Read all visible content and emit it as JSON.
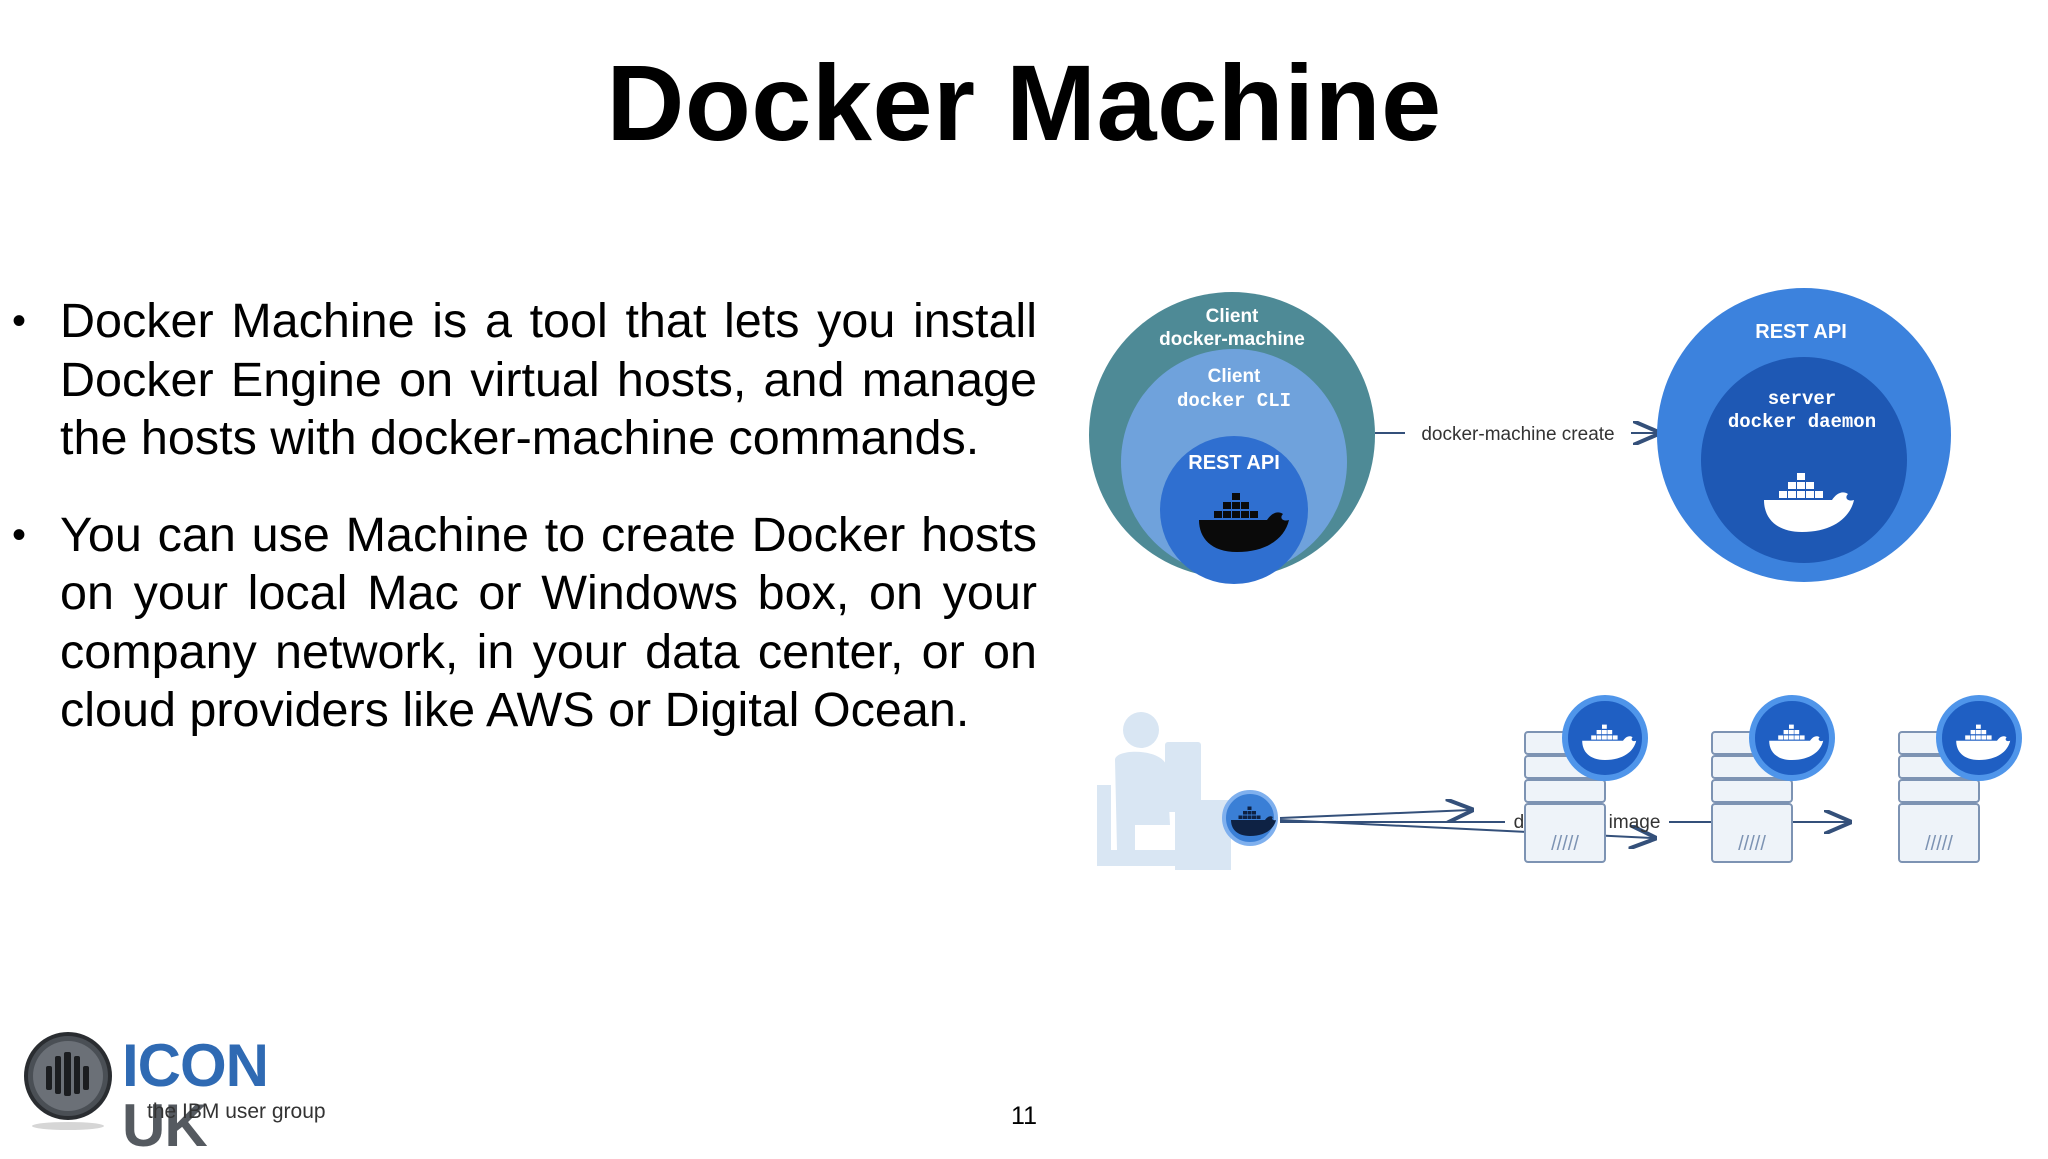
{
  "slide": {
    "title": "Docker Machine",
    "bullets": [
      "Docker Machine is a tool that lets you install Docker Engine on virtual hosts, and manage the hosts with docker-machine commands.",
      "You can use Machine to create Docker hosts on your local Mac or Windows box, on your company network, in your data center, or on cloud providers like AWS or Digital Ocean."
    ],
    "bullet_symbol": "•",
    "page_number": "11"
  },
  "diagram": {
    "client_circle": {
      "outer_label_1": "Client",
      "outer_label_2": "docker-machine",
      "middle_label_1": "Client",
      "middle_label_2": "docker CLI",
      "inner_label": "REST API"
    },
    "server_circle": {
      "outer_label": "REST API",
      "inner_label_1": "server",
      "inner_label_2": "docker daemon"
    },
    "create_arrow_label": "docker-machine create",
    "run_arrow_label": "docker run image",
    "colors": {
      "client_outer": "#4e8a96",
      "client_middle": "#6fa2dc",
      "client_inner": "#2f6fd0",
      "server_outer": "#3c82dd",
      "server_inner": "#1e58b4",
      "arrow": "#34507a",
      "server_rack": "#7d93b3"
    }
  },
  "logo": {
    "word_1": "ICON",
    "word_2": "UK",
    "tagline": "the IBM user group"
  }
}
